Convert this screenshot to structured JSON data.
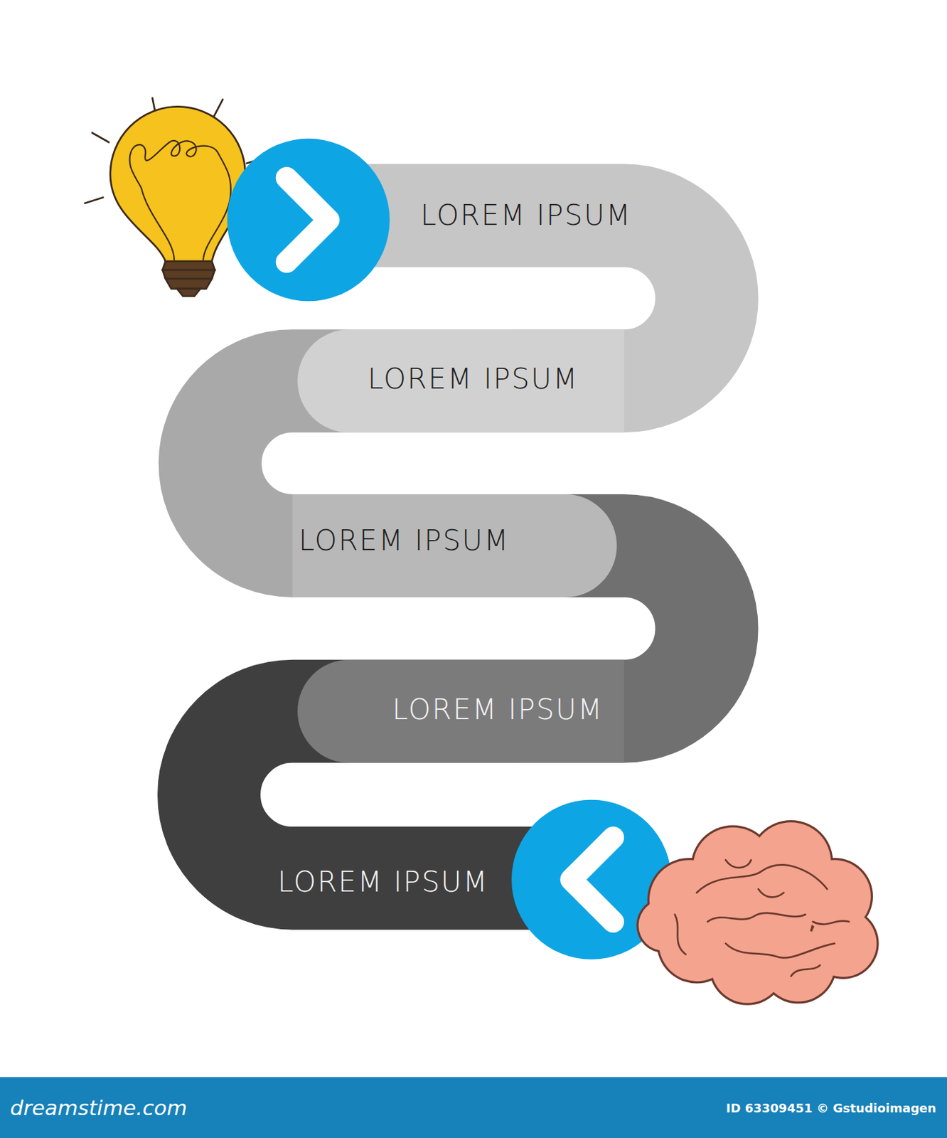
{
  "diagram": {
    "nodes": [
      {
        "text": [
          "LOREM IPSUM"
        ]
      },
      {
        "text": [
          "LOREM IPSUM"
        ]
      },
      {
        "text": [
          "LOREM IPSUM"
        ]
      },
      {
        "text": [
          "LOREM IPSUM"
        ]
      },
      {
        "text": [
          "LOREM IPSUM"
        ]
      }
    ],
    "labels": [
      "dreamstime.com",
      "ID 63309451 © Gstudioimagen"
    ]
  }
}
